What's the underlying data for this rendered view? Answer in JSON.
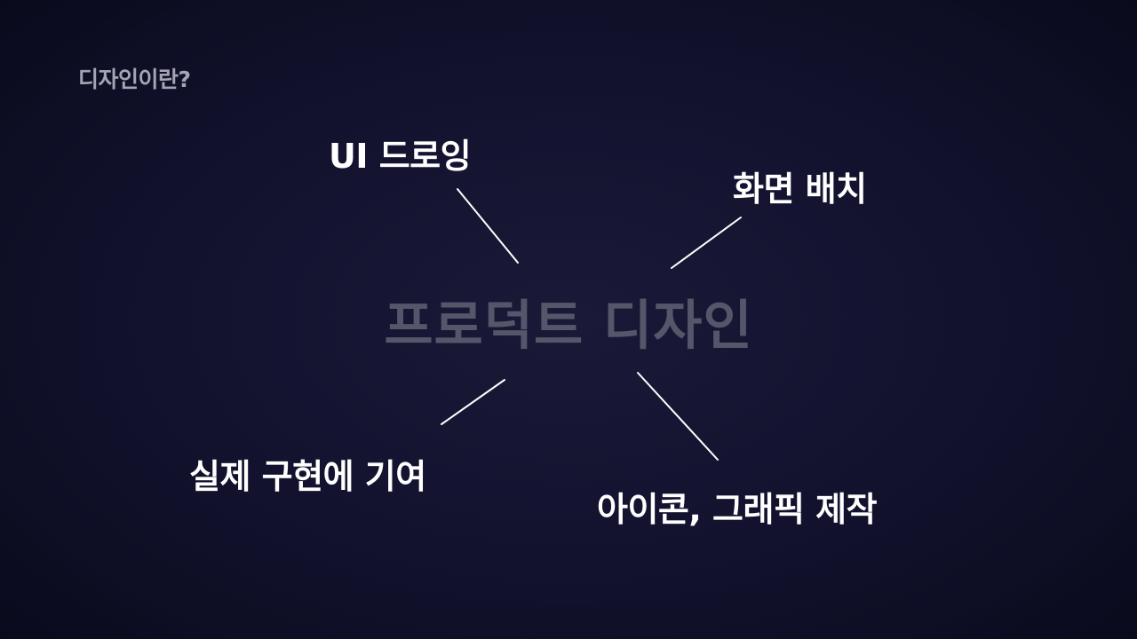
{
  "heading": "디자인이란?",
  "center": "프로덕트 디자인",
  "branches": {
    "ui_drawing": "UI 드로잉",
    "layout": "화면 배치",
    "implementation": "실제 구현에 기여",
    "icons": "아이콘, 그래픽 제작"
  },
  "colors": {
    "background": "#131330",
    "heading": "#a4a4b4",
    "center": "#56566a",
    "labels": "#ffffff",
    "connectors": "#ffffff"
  }
}
